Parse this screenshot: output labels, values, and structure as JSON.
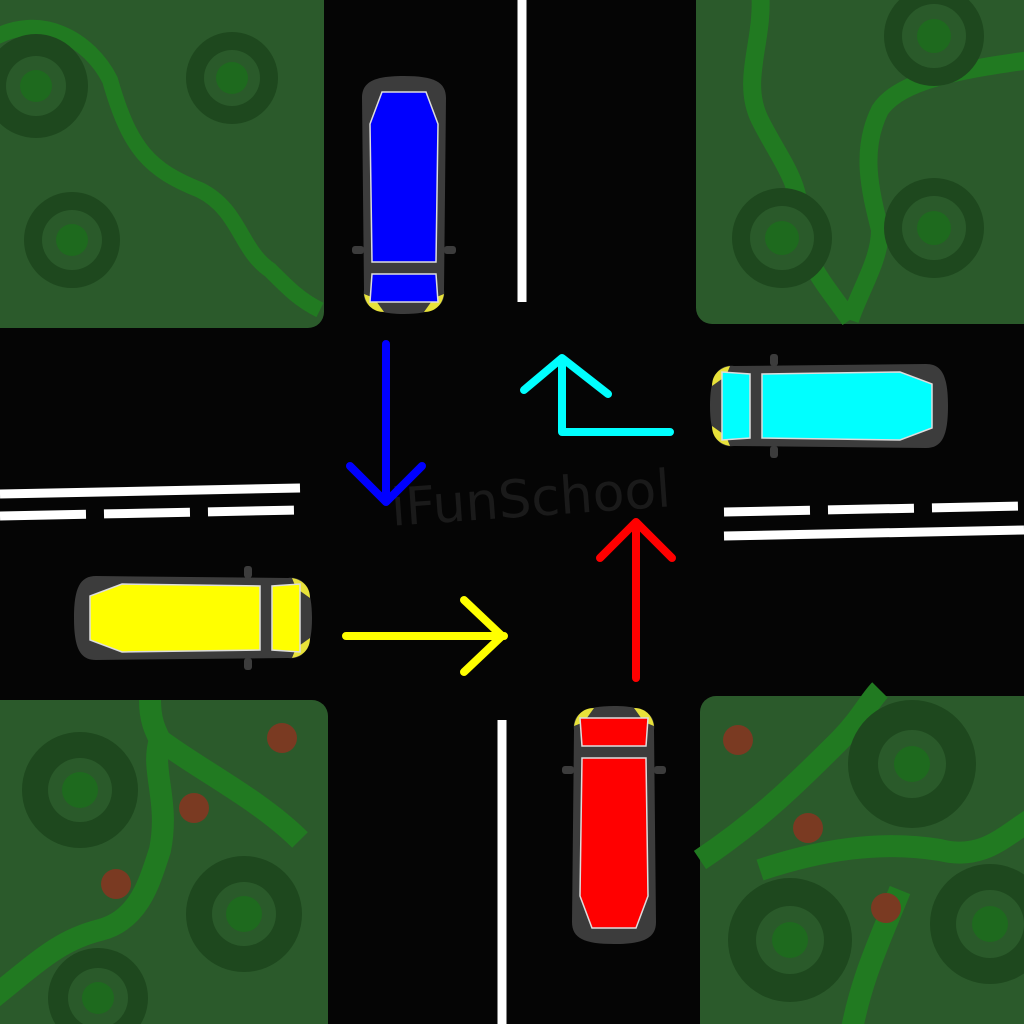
{
  "watermark": "iFunSchool",
  "colors": {
    "road": "#050505",
    "grass": "#2b5a2b",
    "grass_dark": "#1d4a1d",
    "path": "#217a21",
    "tree_outer": "#1e481e",
    "tree_mid": "#2a5a2a",
    "tree_inner": "#1e6a1e",
    "berry": "#7a3a22",
    "lane_marking": "#ffffff",
    "car_body": "#3c3c3c",
    "headlight": "#e8e23a"
  },
  "cars": [
    {
      "name": "blue-car",
      "color": "#0000ff",
      "heading": "south",
      "maneuver": "straight"
    },
    {
      "name": "yellow-car",
      "color": "#ffff00",
      "heading": "east",
      "maneuver": "straight"
    },
    {
      "name": "red-car",
      "color": "#ff0000",
      "heading": "north",
      "maneuver": "straight"
    },
    {
      "name": "cyan-car",
      "color": "#00ffff",
      "heading": "west",
      "maneuver": "turn-right"
    }
  ]
}
